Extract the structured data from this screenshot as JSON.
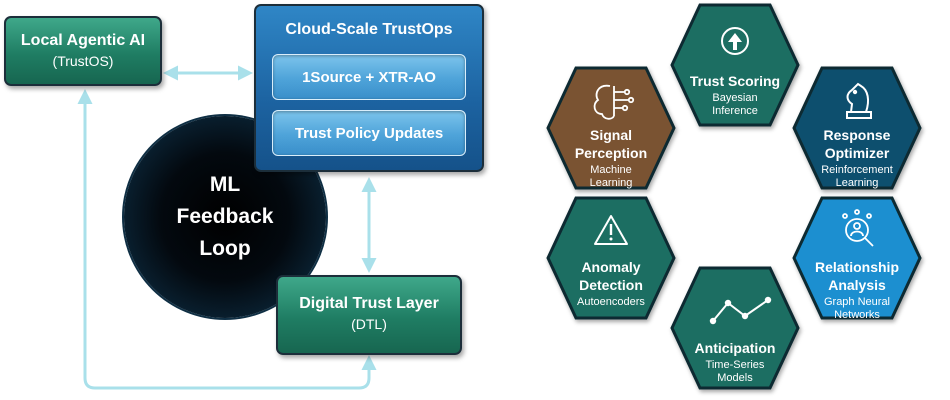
{
  "left": {
    "local_ai": {
      "title": "Local Agentic AI",
      "subtitle": "(TrustOS)"
    },
    "cloud": {
      "title": "Cloud-Scale TrustOps",
      "item1": "1Source + XTR-AO",
      "item2": "Trust Policy Updates"
    },
    "ml_loop": {
      "line1": "ML",
      "line2": "Feedback",
      "line3": "Loop"
    },
    "dtl": {
      "title": "Digital Trust Layer",
      "subtitle": "(DTL)"
    }
  },
  "hexagons": [
    {
      "id": "trust-scoring",
      "title": "Trust Scoring",
      "sub1": "Bayesian",
      "sub2": "Inference",
      "color": "#1d6e62",
      "icon": "arrow-up-circle-icon"
    },
    {
      "id": "signal-perception",
      "title1": "Signal",
      "title2": "Perception",
      "sub1": "Machine",
      "sub2": "Learning",
      "color": "#7a5230",
      "icon": "brain-circuit-icon"
    },
    {
      "id": "response-optimizer",
      "title1": "Response",
      "title2": "Optimizer",
      "sub1": "Reinforcement",
      "sub2": "Learning",
      "color": "#0f4f6e",
      "icon": "chess-knight-icon"
    },
    {
      "id": "anomaly-detection",
      "title1": "Anomaly",
      "title2": "Detection",
      "sub1": "Autoencoders",
      "color": "#1d6e62",
      "icon": "warning-triangle-icon"
    },
    {
      "id": "relationship-analysis",
      "title1": "Relationship",
      "title2": "Analysis",
      "sub1": "Graph Neural",
      "sub2": "Networks",
      "color": "#1a8fd0",
      "icon": "network-search-icon"
    },
    {
      "id": "anticipation",
      "title": "Anticipation",
      "sub1": "Time-Series",
      "sub2": "Models",
      "color": "#1d6e62",
      "icon": "trend-line-icon"
    }
  ],
  "colors": {
    "connector": "#a9e0ea",
    "box_green": "#1f7d63",
    "box_blue": "#1c62a0"
  }
}
